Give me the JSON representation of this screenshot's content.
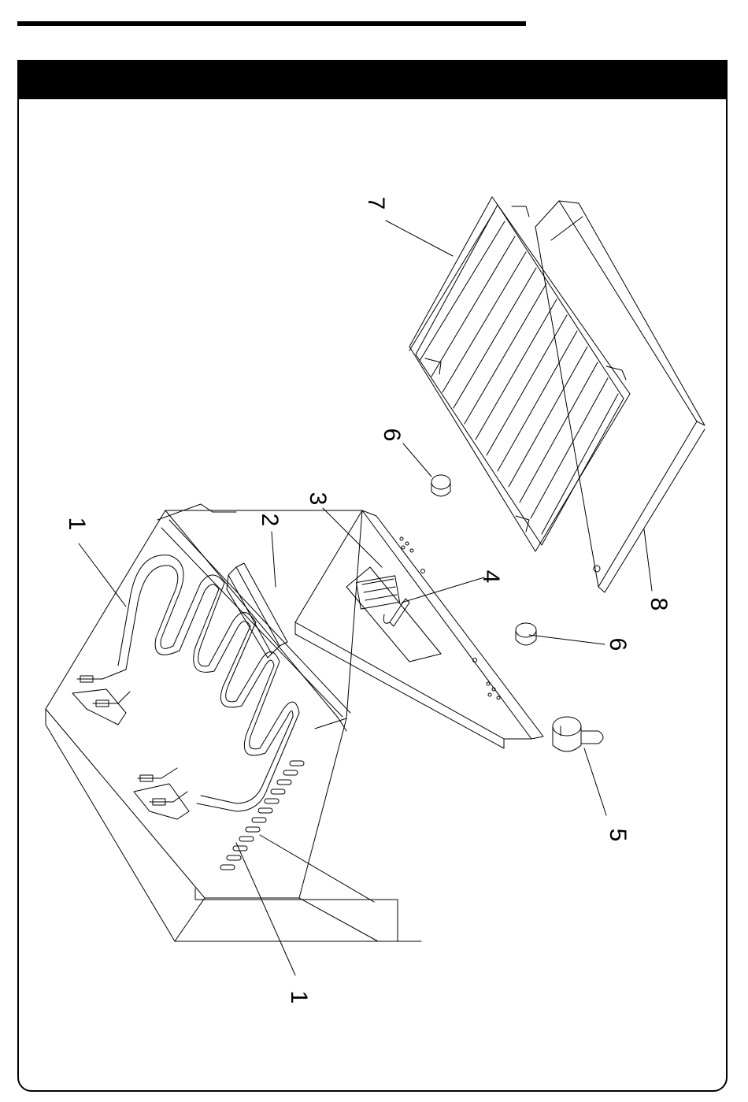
{
  "callouts": {
    "c1a": "1",
    "c1b": "1",
    "c2": "2",
    "c3": "3",
    "c4": "4",
    "c5": "5",
    "c6a": "6",
    "c6b": "6",
    "c7": "7",
    "c8": "8"
  }
}
